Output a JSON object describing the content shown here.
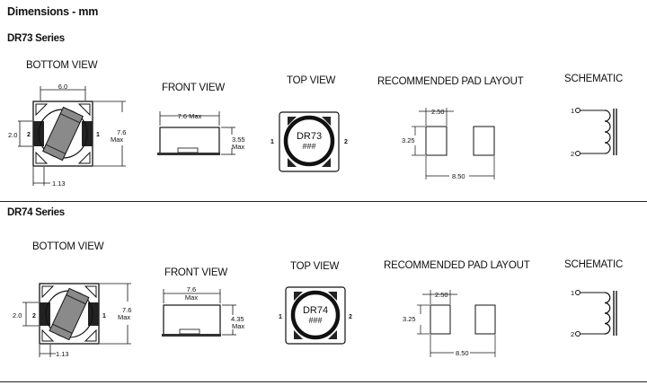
{
  "title": "Dimensions - mm",
  "sections": [
    {
      "series": "DR73 Series",
      "views": {
        "bottom": "BOTTOM VIEW",
        "front": "FRONT VIEW",
        "top": "TOP VIEW",
        "pad": "RECOMMENDED PAD LAYOUT",
        "schematic": "SCHEMATIC"
      },
      "dims": {
        "bottom_width": "6.0",
        "bottom_height": "7.6",
        "bottom_height_note": "Max",
        "bottom_pad": "2.0",
        "bottom_offset": "1.13",
        "front_width": "7.6 Max",
        "front_height": "3.55",
        "front_height_note": "Max",
        "pad_width": "2.50",
        "pad_height": "3.25",
        "pad_spacing": "8.50"
      },
      "pins": {
        "left": "2",
        "right": "1",
        "top_left": "1",
        "top_right": "2",
        "sch_1": "1",
        "sch_2": "2"
      },
      "marking": {
        "part": "DR73",
        "code": "###"
      }
    },
    {
      "series": "DR74 Series",
      "views": {
        "bottom": "BOTTOM VIEW",
        "front": "FRONT VIEW",
        "top": "TOP VIEW",
        "pad": "RECOMMENDED PAD LAYOUT",
        "schematic": "SCHEMATIC"
      },
      "dims": {
        "bottom_width": "",
        "bottom_height": "7.6",
        "bottom_height_note": "Max",
        "bottom_pad": "2.0",
        "bottom_offset": "1.13",
        "front_width": "7.6",
        "front_width_note": "Max",
        "front_height": "4.35",
        "front_height_note": "Max",
        "pad_width": "2.50",
        "pad_height": "3.25",
        "pad_spacing": "8.50"
      },
      "pins": {
        "left": "2",
        "right": "1",
        "top_left": "1",
        "top_right": "2",
        "sch_1": "1",
        "sch_2": "2"
      },
      "marking": {
        "part": "DR74",
        "code": "###"
      }
    }
  ]
}
